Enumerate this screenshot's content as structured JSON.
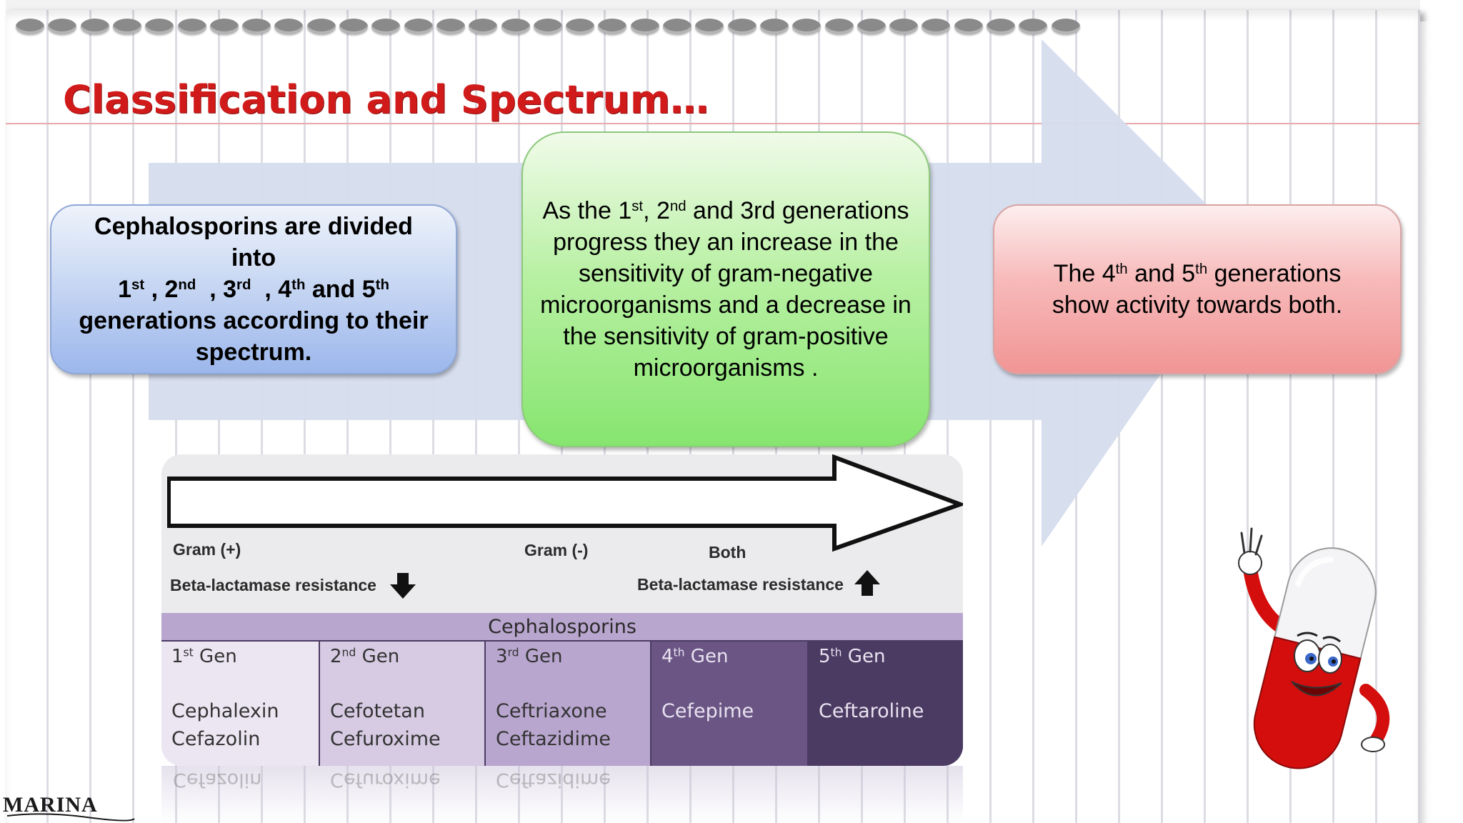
{
  "slide": {
    "title": "Classification and Spectrum…",
    "card_left": {
      "line1": "Cephalosporins are divided into",
      "g1": "1",
      "g1_sup": "st",
      "sep1": " , ",
      "g2": "2",
      "g2_sup": "nd",
      "sep2": "  , ",
      "g3": "3",
      "g3_sup": "rd",
      "sep3": "  , ",
      "g4": "4",
      "g4_sup": "th",
      "and": " and ",
      "g5": "5",
      "g5_sup": "th",
      "line3": "generations according to their spectrum."
    },
    "card_middle": {
      "t1": "As the 1",
      "t1_sup": "st",
      "t2": ", 2",
      "t2_sup": "nd",
      "t3": " and 3rd generations progress they an increase in the sensitivity of gram-negative microorganisms and a decrease in the sensitivity of gram-positive microorganisms ."
    },
    "card_right": {
      "t1": "The 4",
      "t1_sup": "th",
      "t2": " and 5",
      "t2_sup": "th",
      "t3": " generations show activity towards both."
    },
    "figure": {
      "gram_pos": "Gram (+)",
      "gram_neg": "Gram (-)",
      "both": "Both",
      "beta_left": "Beta-lactamase resistance",
      "beta_right": "Beta-lactamase resistance",
      "table_header": "Cephalosporins",
      "columns": [
        {
          "num": "1",
          "sup": "st",
          "label": " Gen",
          "drug1": "Cephalexin",
          "drug2": "Cefazolin"
        },
        {
          "num": "2",
          "sup": "nd",
          "label": " Gen",
          "drug1": "Cefotetan",
          "drug2": "Cefuroxime"
        },
        {
          "num": "3",
          "sup": "rd",
          "label": " Gen",
          "drug1": "Ceftriaxone",
          "drug2": "Ceftazidime"
        },
        {
          "num": "4",
          "sup": "th",
          "label": " Gen",
          "drug1": "Cefepime",
          "drug2": ""
        },
        {
          "num": "5",
          "sup": "th",
          "label": " Gen",
          "drug1": "Ceftaroline",
          "drug2": ""
        }
      ]
    },
    "logo_text": "MARINA",
    "colors": {
      "title": "#d11b1b",
      "card_blue": "#9cb7ec",
      "card_green": "#86e56f",
      "card_red": "#f19595",
      "col1": "#ece6f2",
      "col2": "#d6cbe3",
      "col3": "#b9a6cf",
      "col4": "#6a5585",
      "col5": "#4b3b63"
    }
  }
}
